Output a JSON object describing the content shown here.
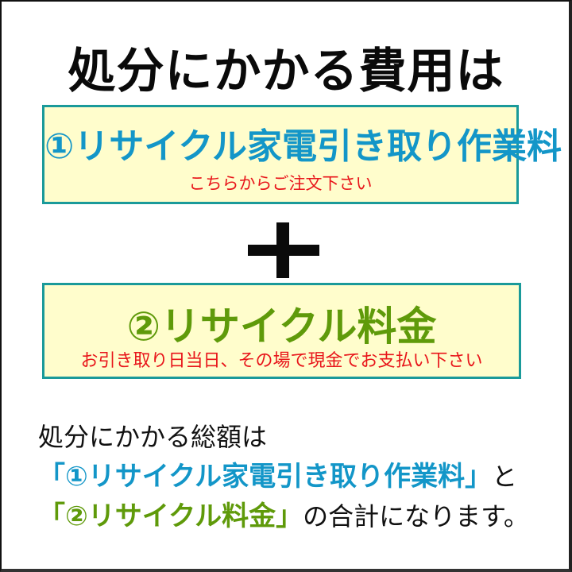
{
  "header": {
    "title": "処分にかかる費用は"
  },
  "item1": {
    "title": "①リサイクル家電引き取り作業料",
    "subtitle": "こちらからご注文下さい",
    "color": "#1396c8"
  },
  "operator": {
    "symbol": "plus"
  },
  "item2": {
    "title": "②リサイクル料金",
    "subtitle": "お引き取り日当日、その場で現金でお支払い下さい",
    "color": "#5f9a0a"
  },
  "summary": {
    "line1": "処分にかかる総額は",
    "line2_highlight": "「①リサイクル家電引き取り作業料」",
    "line2_rest": "と",
    "line3_highlight": "「②リサイクル料金」",
    "line3_rest": "の合計になります。"
  },
  "colors": {
    "box_background": "#fffdcc",
    "box_border": "#1a9a9a",
    "subtitle_red": "#e8151a"
  }
}
